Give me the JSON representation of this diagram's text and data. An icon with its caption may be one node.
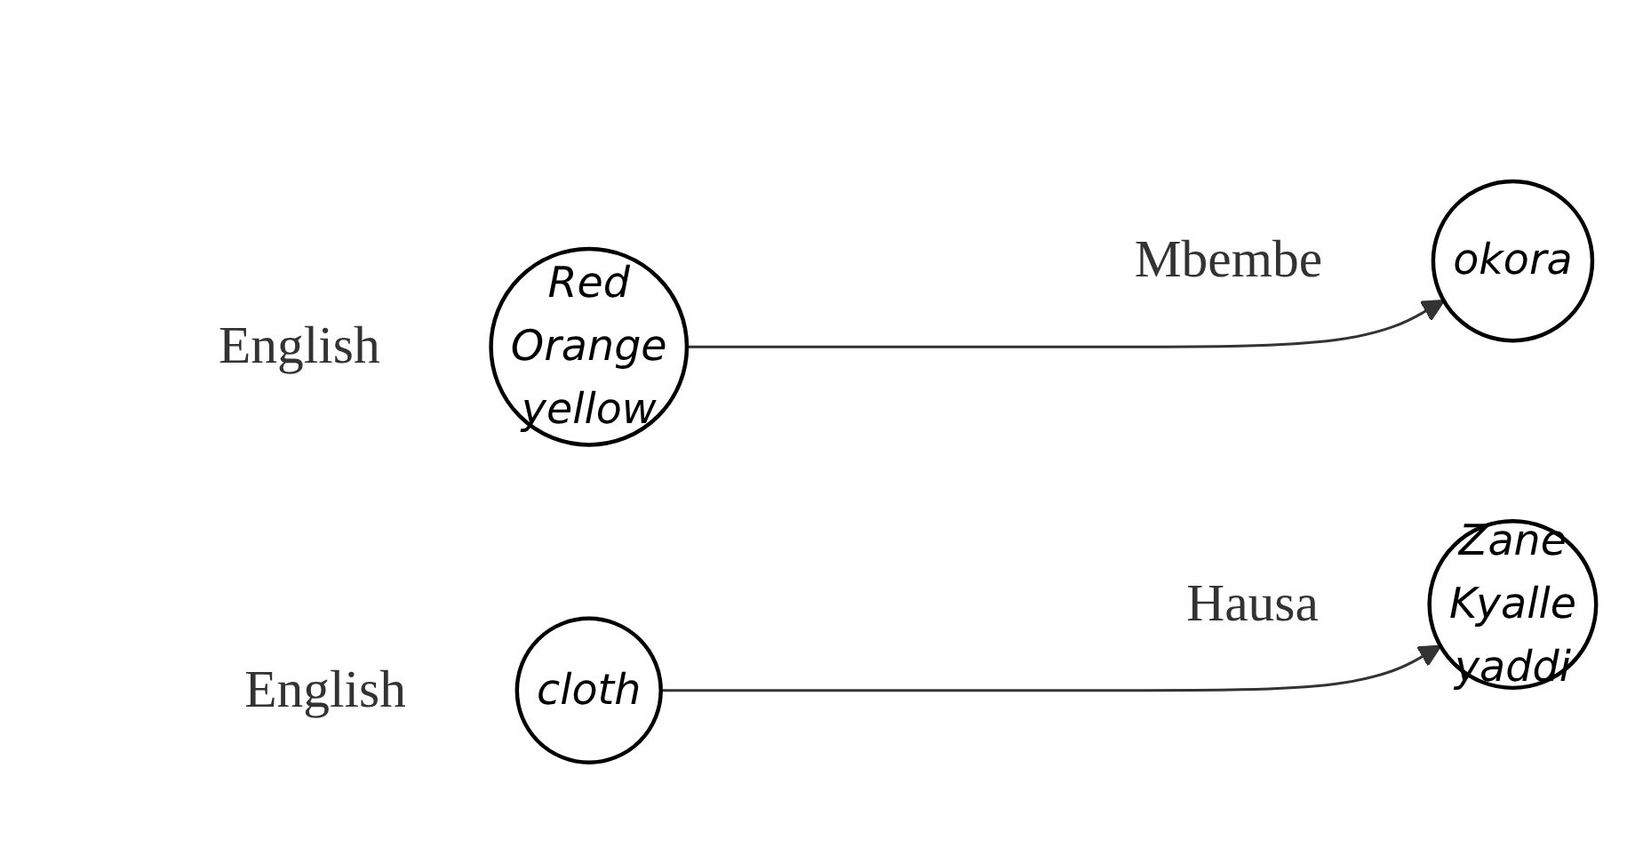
{
  "diagram": {
    "nodes": [
      {
        "text": [
          "Red Orange yellow"
        ],
        "beside": [
          "English"
        ]
      },
      {
        "text": [
          "okora"
        ],
        "beside": [
          "Mbembe"
        ]
      },
      {
        "text": [
          "cloth"
        ],
        "beside": [
          "English"
        ]
      },
      {
        "text": [
          "Zane Kyalle yaddi"
        ],
        "beside": [
          "Hausa"
        ]
      }
    ],
    "edges": [
      {
        "from": 0,
        "to": 1,
        "arrow": "to"
      },
      {
        "from": 2,
        "to": 3,
        "arrow": "to"
      }
    ]
  }
}
